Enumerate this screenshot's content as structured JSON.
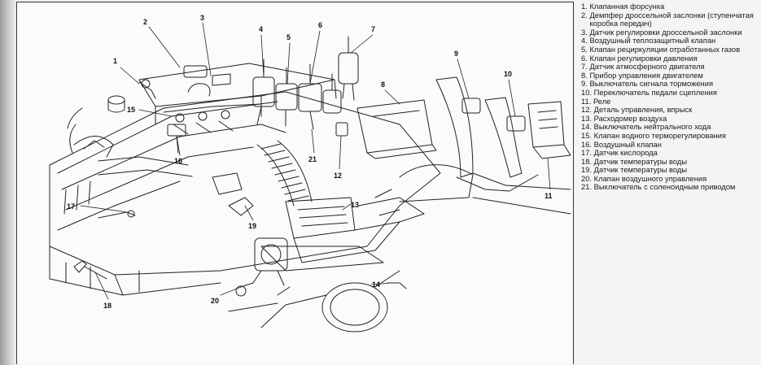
{
  "diagram": {
    "callouts": [
      {
        "number": "1"
      },
      {
        "number": "2"
      },
      {
        "number": "3"
      },
      {
        "number": "4"
      },
      {
        "number": "5"
      },
      {
        "number": "6"
      },
      {
        "number": "7"
      },
      {
        "number": "8"
      },
      {
        "number": "9"
      },
      {
        "number": "10"
      },
      {
        "number": "11"
      },
      {
        "number": "12"
      },
      {
        "number": "13"
      },
      {
        "number": "14"
      },
      {
        "number": "15"
      },
      {
        "number": "16"
      },
      {
        "number": "17"
      },
      {
        "number": "18"
      },
      {
        "number": "19"
      },
      {
        "number": "20"
      },
      {
        "number": "21"
      }
    ]
  },
  "legend": {
    "items": [
      {
        "number": "1.",
        "text": "Клапанная форсунка"
      },
      {
        "number": "2.",
        "text": "Демпфер дроссельной заслонки (ступенчатая коробка передач)"
      },
      {
        "number": "3.",
        "text": "Датчик регулировки дроссельной заслонки"
      },
      {
        "number": "4.",
        "text": "Воздушный теплозащитный клапан"
      },
      {
        "number": "5.",
        "text": "Клапан рециркуляции отработанных газов"
      },
      {
        "number": "6.",
        "text": "Клапан регулировки давления"
      },
      {
        "number": "7.",
        "text": "Датчик атмосферного двигателя"
      },
      {
        "number": "8.",
        "text": "Прибор управления двигателем"
      },
      {
        "number": "9.",
        "text": "Выключатель сигнала торможения"
      },
      {
        "number": "10.",
        "text": "Переключатель педали сцепления"
      },
      {
        "number": "11.",
        "text": "Реле"
      },
      {
        "number": "12.",
        "text": "Деталь управления, впрыск"
      },
      {
        "number": "13.",
        "text": "Расходомер воздуха"
      },
      {
        "number": "14.",
        "text": "Выключатель нейтрального хода"
      },
      {
        "number": "15.",
        "text": "Клапан водного терморегулирования"
      },
      {
        "number": "16.",
        "text": "Воздушный клапан"
      },
      {
        "number": "17.",
        "text": "Датчик кислорода"
      },
      {
        "number": "18.",
        "text": "Датчик температуры воды"
      },
      {
        "number": "19.",
        "text": "Датчик температуры воды"
      },
      {
        "number": "20.",
        "text": "Клапан воздушного управления"
      },
      {
        "number": "21.",
        "text": "Выключатель с соленоидным приводом"
      }
    ]
  },
  "colors": {
    "ink": "#1a1a1a",
    "paper": "#fbfbf9",
    "page_edge": "#9c9c9a"
  }
}
